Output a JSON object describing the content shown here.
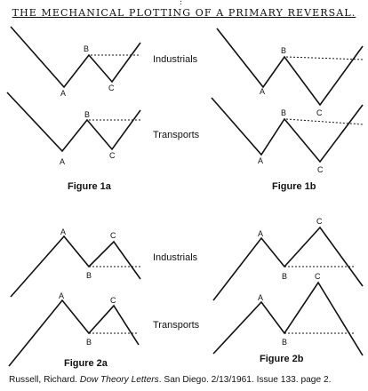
{
  "title": "THE MECHANICAL PLOTTING OF A PRIMARY REVERSAL.",
  "top_mark": ":",
  "row_labels": {
    "industrials_1": "Industrials",
    "transports_1": "Transports",
    "industrials_2": "Industrials",
    "transports_2": "Transports"
  },
  "figures": {
    "fig_1a": "Figure 1a",
    "fig_1b": "Figure 1b",
    "fig_2a": "Figure 2a",
    "fig_2b": "Figure 2b"
  },
  "point_labels": {
    "a": "A",
    "b": "B",
    "c": "C"
  },
  "citation": {
    "author": "Russell, Richard.",
    "publication": "Dow Theory Letters",
    "rest": ". San Diego. 2/13/1961. Issue 133. page 2."
  },
  "colors": {
    "ink": "#111111",
    "paper": "#ffffff"
  }
}
